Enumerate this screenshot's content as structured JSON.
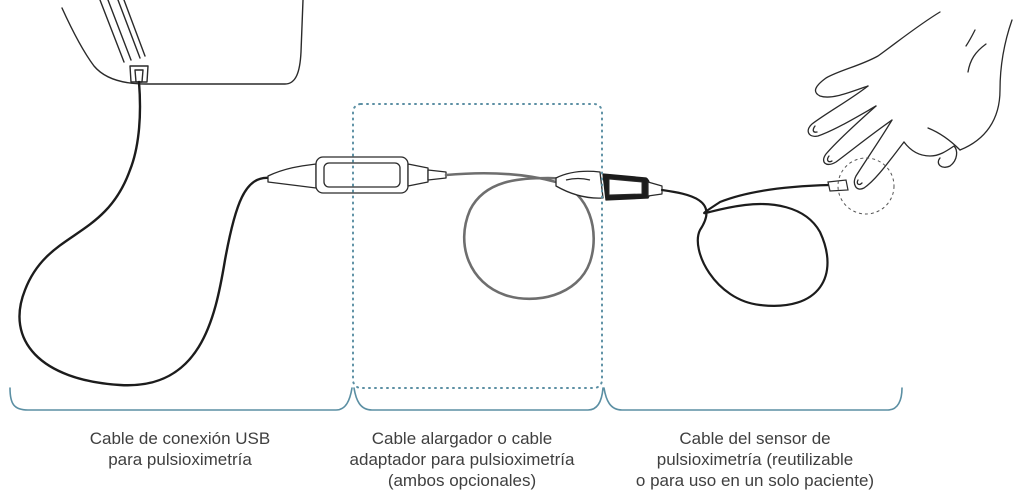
{
  "colors": {
    "cable_usb": "#1c1c1c",
    "cable_extension": "#6e6e6e",
    "cable_sensor": "#1c1c1c",
    "bracket": "#5b8fa3",
    "dotted_box": "#5b8fa3",
    "outline": "#2a2a2a",
    "text": "#3f3f3f"
  },
  "sections": [
    {
      "id": "usb",
      "caption_lines": [
        "Cable de conexión USB",
        "para pulsioximetría"
      ]
    },
    {
      "id": "extension",
      "caption_lines": [
        "Cable alargador o cable",
        "adaptador para pulsioximetría",
        "(ambos opcionales)"
      ]
    },
    {
      "id": "sensor",
      "caption_lines": [
        "Cable del sensor de",
        "pulsioximetría (reutilizable",
        "o para uso en un solo paciente)"
      ]
    }
  ]
}
